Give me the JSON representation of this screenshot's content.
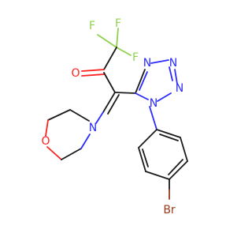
{
  "molecule": {
    "atoms": {
      "f_top_left": "F",
      "f_top_right": "F",
      "f_right": "F",
      "o_carbonyl": "O",
      "n_tetrazole_top": "N",
      "n_tetrazole_right_top": "N",
      "n_tetrazole_right_bottom": "N",
      "n_tetrazole_bottom": "N",
      "n_morpholine": "N",
      "o_morpholine": "O",
      "br": "Br"
    },
    "colors": {
      "nitrogen": "#2b2bff",
      "oxygen": "#ff2020",
      "fluorine": "#8fd14f",
      "bromine": "#9a3a1a",
      "bond": "#1a1a1a"
    }
  }
}
